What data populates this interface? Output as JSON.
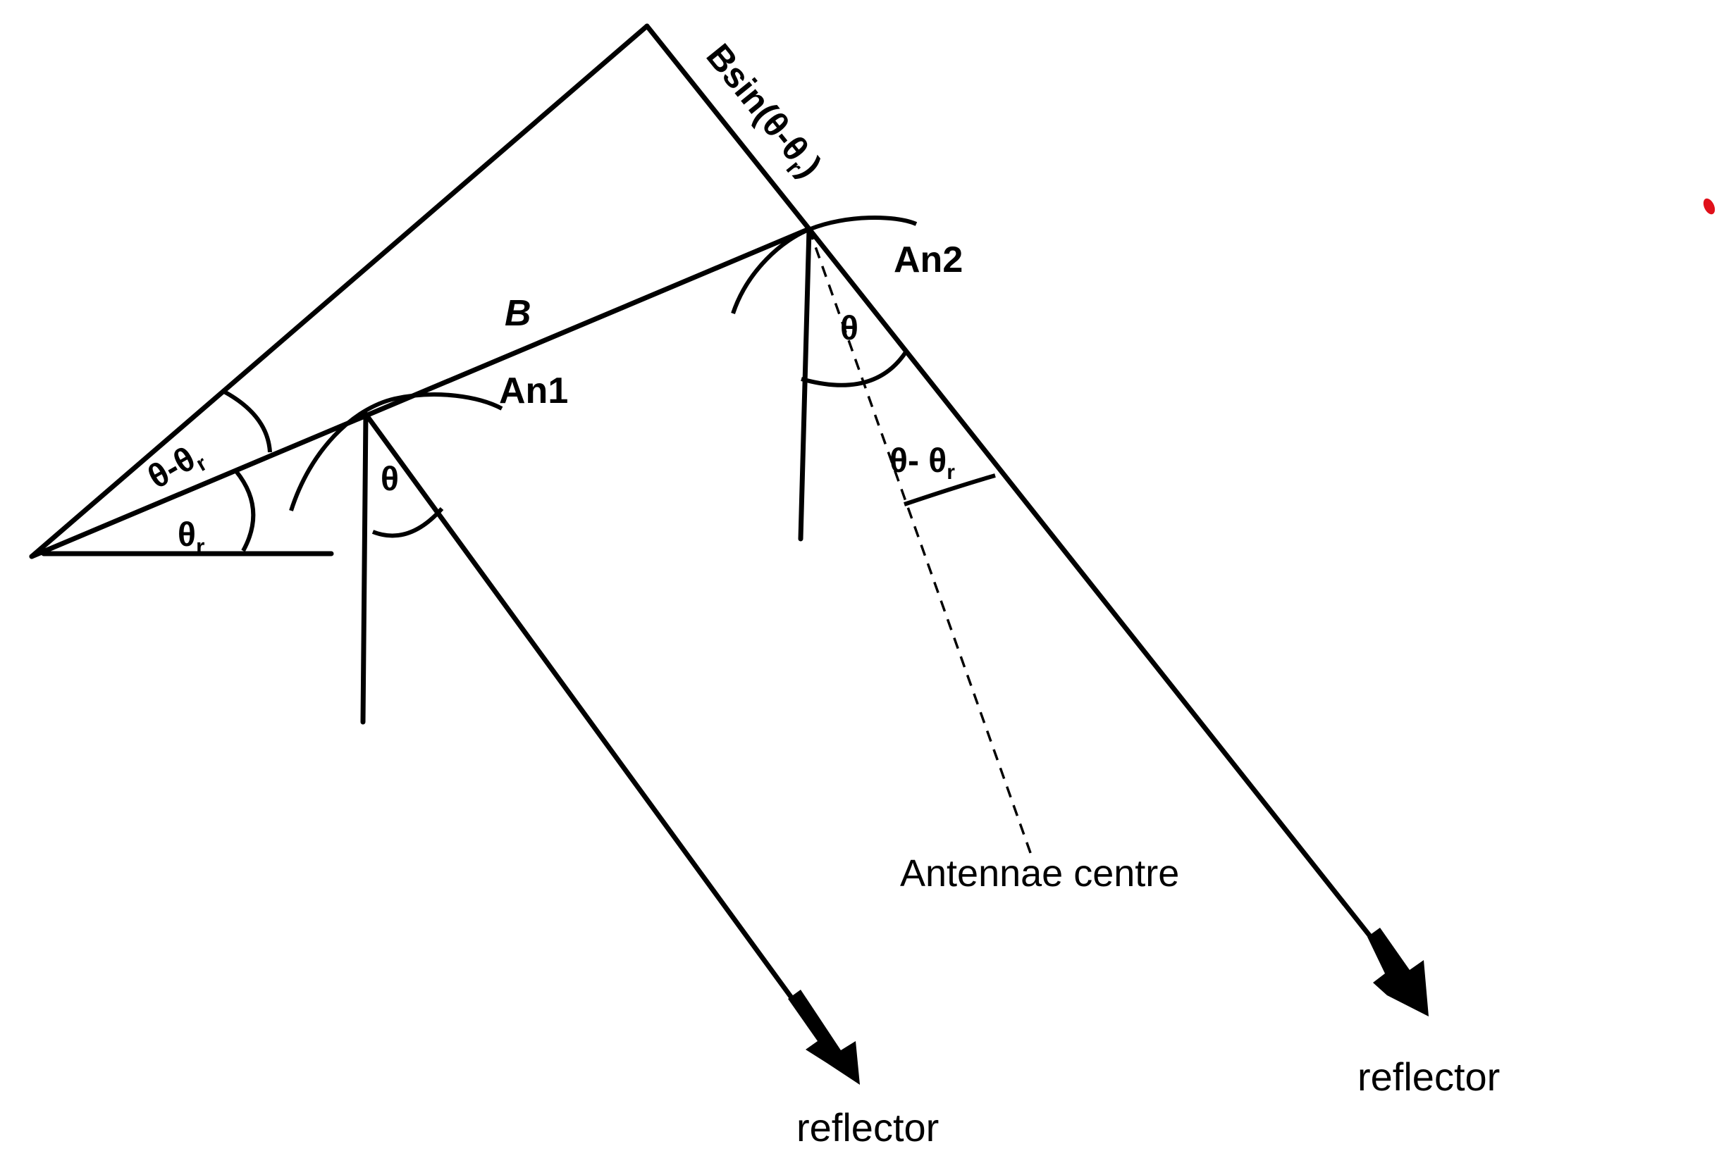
{
  "labels": {
    "baseline_vertical": "Bsin(θ-θ",
    "baseline_vertical_sub": "r",
    "baseline_vertical_close": ")",
    "antenna_1": "An1",
    "antenna_2": "An2",
    "baseline": "B",
    "theta_1": "θ",
    "theta_2": "θ",
    "theta_minus_theta_r_left": "θ-θ",
    "theta_minus_theta_r_left_sub": "r",
    "theta_r": "θ",
    "theta_r_sub": "r",
    "theta_minus_theta_r_right": "θ- θ",
    "theta_minus_theta_r_right_sub": "r",
    "antennae_centre": "Antennae centre",
    "reflector_1": "reflector",
    "reflector_2": "reflector"
  },
  "colors": {
    "line": "#000000",
    "marker": "#e0101a"
  }
}
